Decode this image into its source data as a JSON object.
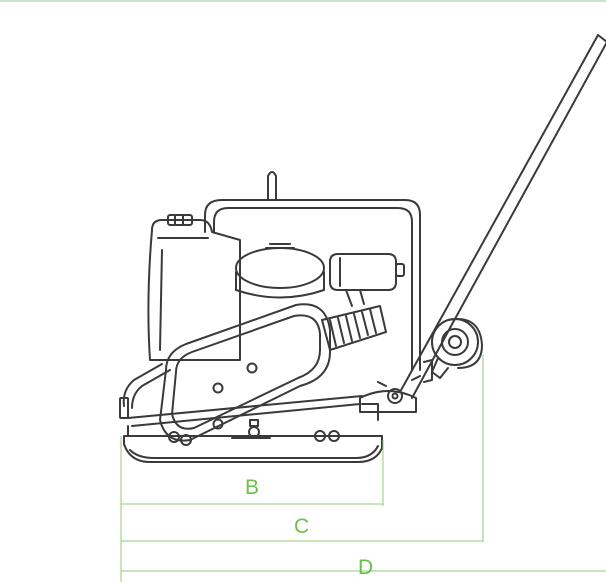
{
  "diagram": {
    "dimension_labels": {
      "b": "B",
      "c": "C",
      "d": "D"
    },
    "colors": {
      "line_art": "#3a3a3a",
      "dimension": "#8fcc73",
      "label": "#6cc04a",
      "top_rule": "#c8e6c9"
    }
  }
}
